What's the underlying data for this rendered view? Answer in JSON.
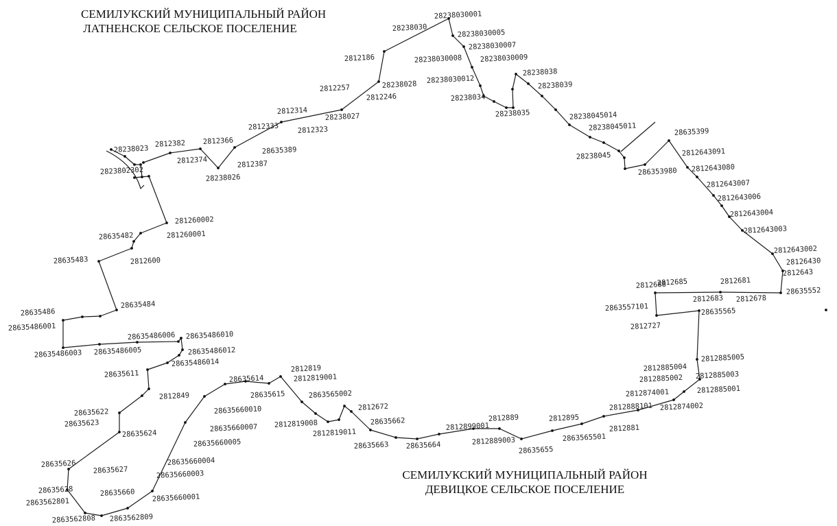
{
  "titles": {
    "top_line1": "СЕМИЛУКСКИЙ МУНИЦИПАЛЬНЫЙ РАЙОН",
    "top_line2": "ЛАТНЕНСКОЕ СЕЛЬСКОЕ ПОСЕЛЕНИЕ",
    "bottom_line1": "СЕМИЛУКСКИЙ МУНИЦИПАЛЬНЫЙ РАЙОН",
    "bottom_line2": "ДЕВИЦКОЕ СЕЛЬСКОЕ ПОСЕЛЕНИЕ"
  },
  "point_labels": [
    "28238030001",
    "28238030",
    "28238030005",
    "28238030007",
    "2812186",
    "28238030008",
    "28238030009",
    "28238028",
    "28238030012",
    "2812257",
    "28238038",
    "28238039",
    "2812246",
    "28238034",
    "28238035",
    "2812314",
    "28238027",
    "28238045014",
    "2812333",
    "2812323",
    "28238045011",
    "28635399",
    "28238023",
    "2812382",
    "2812366",
    "28635389",
    "2812374",
    "2812387",
    "28238045",
    "2812643091",
    "28238026",
    "286353980",
    "2812643080",
    "2812643007",
    "2823802302",
    "2812643006",
    "281260002",
    "2812643004",
    "28635482",
    "281260001",
    "2812643003",
    "28635483",
    "2812600",
    "2812643002",
    "28126430",
    "2812643",
    "2812688",
    "2812685",
    "2812681",
    "28635484",
    "2812683",
    "2812678",
    "28635552",
    "28635486",
    "28635486001",
    "2863557101",
    "28635486006",
    "28635486010",
    "2812727",
    "28635565",
    "28635486003",
    "28635486005",
    "28635486012",
    "28635486014",
    "2812819",
    "28635611",
    "2812849",
    "28635614",
    "2812819001",
    "28635615",
    "28635660010",
    "2863565002",
    "2812672",
    "28635622",
    "28635662",
    "28635623",
    "2812819008",
    "2812819011",
    "28635624",
    "28635660007",
    "28635663",
    "28635664",
    "2812889",
    "28635660005",
    "2812899001",
    "2812889003",
    "28635655",
    "2812895",
    "2863565501",
    "2812881",
    "2812888101",
    "2812874001",
    "2812874002",
    "28635626",
    "28635627",
    "28635660004",
    "28635660003",
    "2812885001",
    "2812885002",
    "2812885003",
    "2812885004",
    "2812885005",
    "28635628",
    "28635660",
    "28635660001",
    "2863562801",
    "2863562808",
    "2863562809"
  ]
}
